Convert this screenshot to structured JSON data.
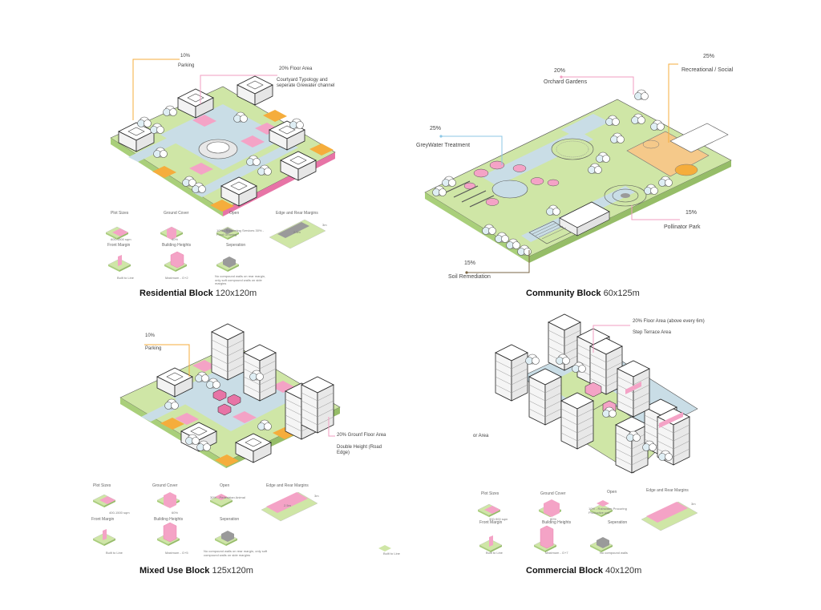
{
  "colors": {
    "grass": "#cfe6a6",
    "grass_dark": "#a9cf7a",
    "plaza": "#c9dde6",
    "pink": "#f4a3c6",
    "pink_line": "#f29ec2",
    "orange": "#f5ad3c",
    "blue_line": "#8cc7e6",
    "brown_line": "#7a6544",
    "building": "#ffffff",
    "outline": "#222222",
    "court": "#f5c98a"
  },
  "residential": {
    "title": "Residential Block",
    "dims": "120x120m",
    "parking_pct": "10%",
    "parking_label": "Parking",
    "floor_area": "20% Floor Area",
    "courtyard_note": "Courtyard Typology and seperate Grewater channel",
    "legend": {
      "plot_sizes": "Plot Sizes",
      "plot_sizes_value": "600-1500 sqm",
      "ground_cover": "Ground Cover",
      "ground_cover_value": "40%",
      "open": "Open",
      "open_value": "10% - Supporting Services 30% - Food Growing",
      "edge_rear": "Edge and Rear Margins",
      "edge_value_a": "2.5m",
      "edge_value_b": "3m",
      "front_margin": "Front Margin",
      "front_margin_value": "Built to Line",
      "building_heights": "Building Heights",
      "building_heights_value": "Maximum - G+2",
      "separation": "Seperation",
      "separation_value": "No compound walls on rear margin, only soft compound walls on side margins"
    }
  },
  "community": {
    "title": "Community Block",
    "dims": "60x125m",
    "orchard_pct": "20%",
    "orchard_label": "Orchard Gardens",
    "recreational_pct": "25%",
    "recreational_label": "Recreational / Social",
    "greywater_pct": "25%",
    "greywater_label": "GreyWater Treatment",
    "pollinator_pct": "15%",
    "pollinator_label": "Pollinator Park",
    "soil_pct": "15%",
    "soil_label": "Soil Remediation"
  },
  "mixed": {
    "title": "Mixed Use Block",
    "dims": "125x120m",
    "parking_pct": "10%",
    "parking_label": "Parking",
    "ground_floor": "20% Grounf Floor Area",
    "double_height": "Double Height (Road Edge)",
    "legend": {
      "plot_sizes": "Plot Sizes",
      "plot_sizes_value": "400-1500 sqm",
      "ground_cover": "Ground Cover",
      "ground_cover_value": "60%",
      "open": "Open",
      "open_value": "30% - Pedestrian Animal",
      "edge_rear": "Edge and Rear Margins",
      "edge_value_a": "2.5m",
      "edge_value_b": "3m",
      "front_margin": "Front Margin",
      "front_margin_value": "Built to Line",
      "building_heights": "Building Heights",
      "building_heights_value": "Maximum - G+5",
      "separation": "Seperation",
      "separation_value": "No compound walls on rear margin, only soft compound walls on side margins"
    }
  },
  "commercial": {
    "title": "Commercial Block",
    "dims": "40x120m",
    "floor_area": "20% Floor Area (above every 6m)",
    "step_terrace": "Step Terrace Area",
    "area_fragment": "or Area",
    "built_to_line_fragment": "Built to Line",
    "legend": {
      "plot_sizes": "Plot Sizes",
      "plot_sizes_value": "300-900 sqm",
      "ground_cover": "Ground Cover",
      "ground_cover_value": "80%",
      "open": "Open",
      "open_value": "10% - Rainwater Procuring Productive use",
      "edge_rear": "Edge and Rear Margins",
      "edge_value_b": "3m",
      "front_margin": "Front Margin",
      "front_margin_value": "Built to Line",
      "building_heights": "Building Heights",
      "building_heights_value": "Maximum - G+7",
      "separation": "Seperation",
      "separation_value": "No compound walls"
    }
  }
}
